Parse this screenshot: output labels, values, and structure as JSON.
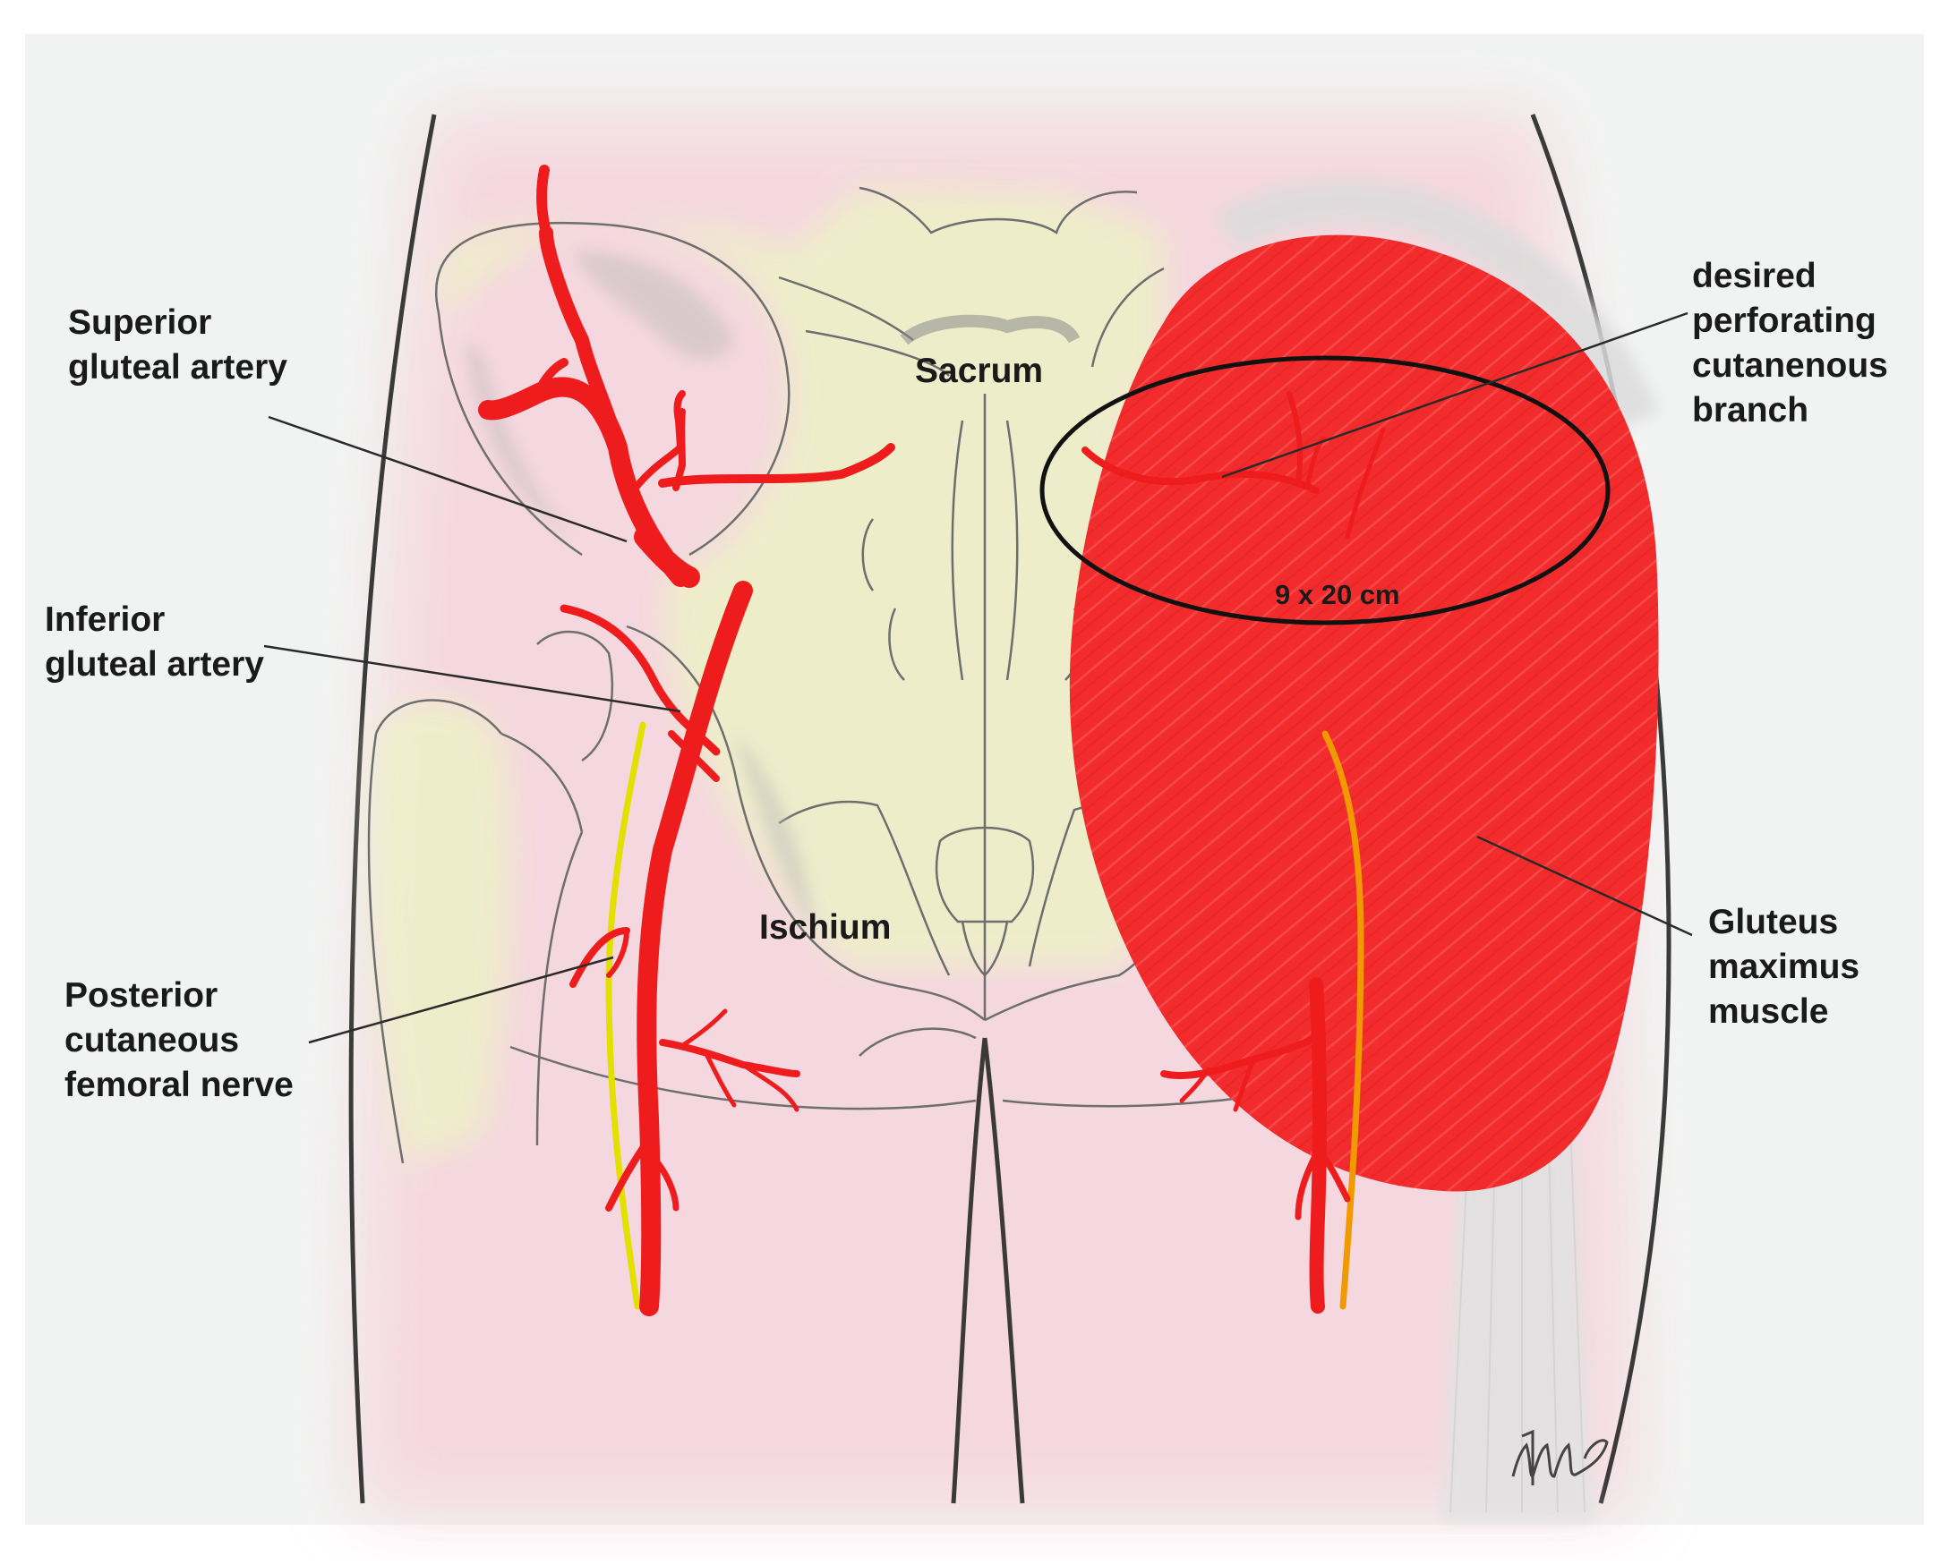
{
  "colors": {
    "artery": "#ee1c1c",
    "nerve": "#e3e000",
    "muscle": "#f12b2b",
    "skin": "#f6dde2",
    "bone": "#eef0cf",
    "outline": "#555555",
    "background": "#f1f3f2"
  },
  "labels": {
    "superior_gluteal_artery": [
      "Superior",
      "gluteal artery"
    ],
    "inferior_gluteal_artery": [
      "Inferior",
      "gluteal artery"
    ],
    "posterior_cutaneous_femoral_nerve": [
      "Posterior",
      "cutaneous",
      "femoral nerve"
    ],
    "sacrum": "Sacrum",
    "ischium": "Ischium",
    "desired_perforating_branch": [
      "desired",
      "perforating",
      "cutanenous",
      "branch"
    ],
    "flap_size": "9 x 20 cm",
    "gluteus_maximus": [
      "Gluteus",
      "maximus",
      "muscle"
    ]
  }
}
